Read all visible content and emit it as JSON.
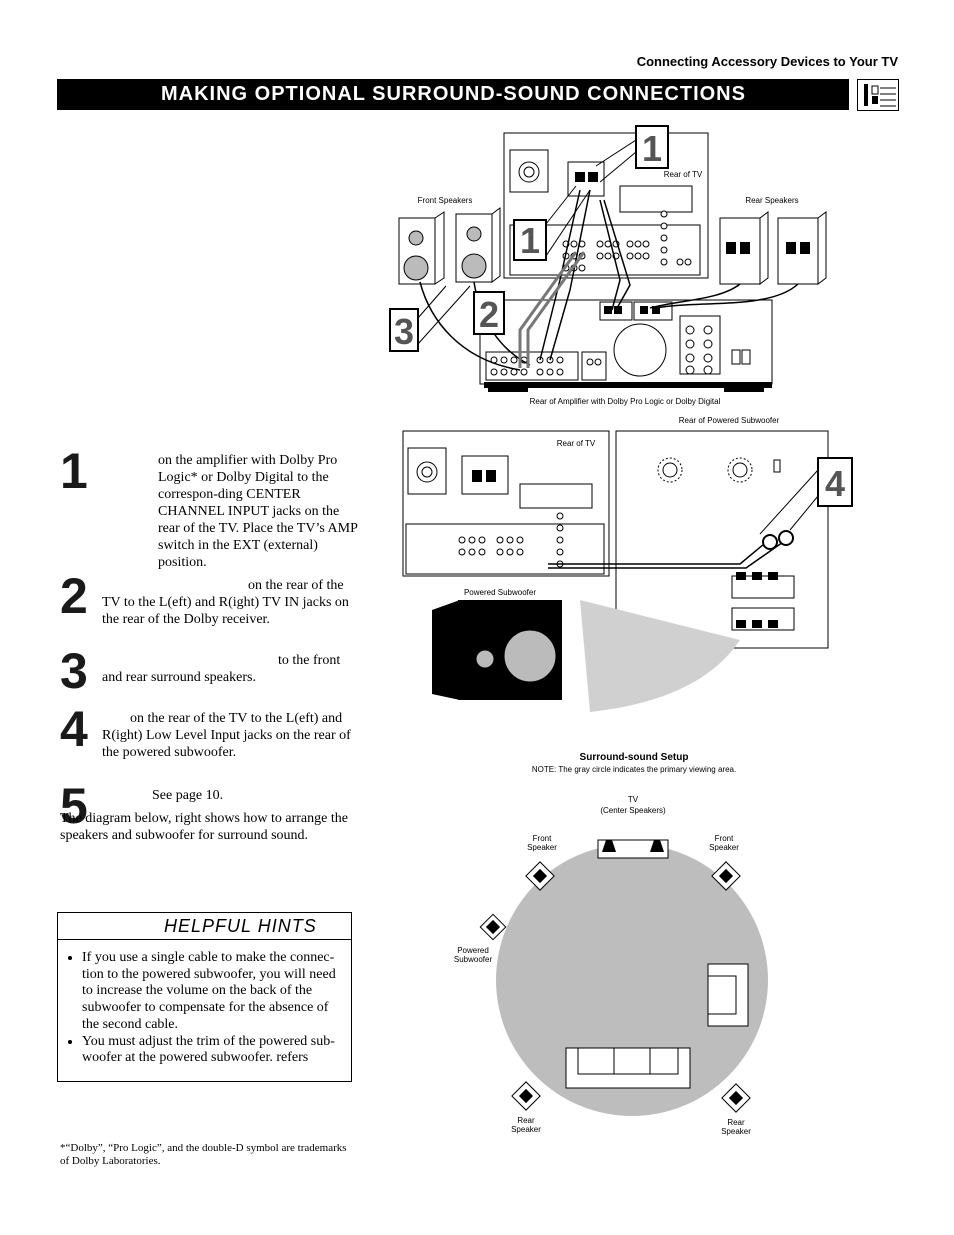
{
  "header": {
    "section": "Connecting Accessory Devices to Your TV"
  },
  "title": {
    "text": "MAKING OPTIONAL SURROUND-SOUND CONNECTIONS"
  },
  "steps": [
    {
      "num": "1",
      "text": "on the amplifier with Dolby Pro Logic* or Dolby Digital to the correspon-ding CENTER CHANNEL INPUT jacks on the rear of the TV. Place the TV’s AMP switch in the EXT (external) position."
    },
    {
      "num": "2",
      "text": "on the rear of the TV to the L(eft) and R(ight) TV IN jacks on the rear of the Dolby receiver."
    },
    {
      "num": "3",
      "text": "to the front and rear surround speakers."
    },
    {
      "num": "4",
      "text": "on the rear of the TV to the L(eft) and R(ight) Low Level Input jacks on the rear of the powered subwoofer."
    },
    {
      "num": "5",
      "text": "See page 10."
    }
  ],
  "intro_after_steps": "The diagram below, right shows how to arrange the speakers and subwoofer for surround sound.",
  "hints": {
    "title": "HELPFUL HINTS",
    "items": [
      "If you use a single cable to make the connec-tion to the powered subwoofer, you will need to increase the volume on the back of the subwoofer to compensate for the absence of the second cable.",
      "You must adjust the trim of the powered sub-woofer at the powered subwoofer.          refers"
    ]
  },
  "footnote": "*“Dolby”, “Pro Logic”, and the double-D symbol are trademarks of Dolby Laboratories.",
  "diagram_top": {
    "rear_of_tv": "Rear of TV",
    "front_speakers": "Front Speakers",
    "rear_speakers": "Rear Speakers",
    "amp_caption": "Rear of Amplifier with Dolby Pro Logic or Dolby Digital",
    "callouts": [
      "1",
      "1",
      "2",
      "3"
    ]
  },
  "diagram_mid": {
    "rear_of_tv": "Rear of TV",
    "rear_of_sub": "Rear of Powered Subwoofer",
    "powered_sub": "Powered Subwoofer",
    "callout": "4"
  },
  "setup": {
    "title": "Surround-sound Setup",
    "note": "NOTE: The gray circle indicates the primary viewing area.",
    "tv_label": "TV",
    "tv_sub": "(Center Speakers)",
    "front_left": [
      "Front",
      "Speaker"
    ],
    "front_right": [
      "Front",
      "Speaker"
    ],
    "sub": [
      "Powered",
      "Subwoofer"
    ],
    "rear_left": [
      "Rear",
      "Speaker"
    ],
    "rear_right": [
      "Rear",
      "Speaker"
    ]
  },
  "colors": {
    "title_bg": "#000000",
    "circle": "#bdbdbd",
    "line_gray": "#888888"
  }
}
